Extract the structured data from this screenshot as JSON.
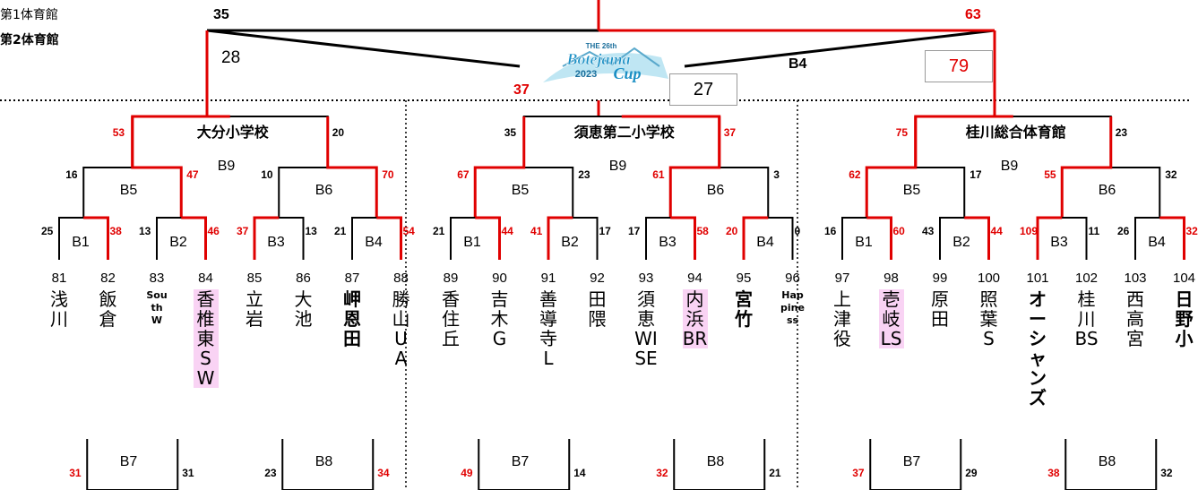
{
  "legend": {
    "line1": "第1体育館",
    "line2": "第2体育館"
  },
  "final": {
    "left_top_score": "35",
    "right_top_score": "63",
    "left_lower_score": "28",
    "center_red_score": "37",
    "center_box_score": "27",
    "right_box_score": "79",
    "right_label": "B4"
  },
  "logo": {
    "line1": "THE 26th",
    "line2": "Botejama",
    "line3": "2023",
    "line4": "Cup"
  },
  "venues": [
    "大分小学校",
    "須恵第二小学校",
    "桂川総合体育館"
  ],
  "group_labels": {
    "b9": "B9",
    "b5": "B5",
    "b6": "B6",
    "b1": "B1",
    "b2": "B2",
    "b3": "B3",
    "b4": "B4",
    "b7": "B7",
    "b8": "B8"
  },
  "scores": {
    "g1_top_left": "53",
    "g1_top_right": "20",
    "g1_b5_left": "16",
    "g1_b5_right": "47",
    "g1_b6_left": "10",
    "g1_b6_right": "70",
    "g1_b1_left": "25",
    "g1_b1_right": "38",
    "g1_b2_left": "13",
    "g1_b2_right": "46",
    "g1_b3_left": "37",
    "g1_b3_right": "13",
    "g1_b4_left": "21",
    "g1_b4_right": "54",
    "g1_b7_left": "31",
    "g1_b7_right": "31",
    "g1_b8_left": "23",
    "g1_b8_right": "34",
    "g2_top_left": "35",
    "g2_top_right": "37",
    "g2_b5_left": "67",
    "g2_b5_right": "23",
    "g2_b6_left": "61",
    "g2_b6_right": "3",
    "g2_b1_left": "21",
    "g2_b1_right": "44",
    "g2_b2_left": "41",
    "g2_b2_right": "17",
    "g2_b3_left": "17",
    "g2_b3_right": "58",
    "g2_b4_left": "20",
    "g2_b4_right": "0",
    "g2_b7_left": "49",
    "g2_b7_right": "14",
    "g2_b8_left": "32",
    "g2_b8_right": "21",
    "g3_top_left": "75",
    "g3_top_right": "23",
    "g3_b5_left": "62",
    "g3_b5_right": "17",
    "g3_b6_left": "55",
    "g3_b6_right": "32",
    "g3_b1_left": "16",
    "g3_b1_right": "60",
    "g3_b2_left": "43",
    "g3_b2_right": "44",
    "g3_b3_left": "109",
    "g3_b3_right": "11",
    "g3_b4_left": "26",
    "g3_b4_right": "32",
    "g3_b7_left": "37",
    "g3_b7_right": "29",
    "g3_b8_left": "38",
    "g3_b8_right": "32"
  },
  "teams": [
    {
      "num": "81",
      "name": "浅川"
    },
    {
      "num": "82",
      "name": "飯倉"
    },
    {
      "num": "83",
      "name": "South W"
    },
    {
      "num": "84",
      "name": "香椎東SW"
    },
    {
      "num": "85",
      "name": "立岩"
    },
    {
      "num": "86",
      "name": "大池"
    },
    {
      "num": "87",
      "name": "岬恩田"
    },
    {
      "num": "88",
      "name": "勝山UA"
    },
    {
      "num": "89",
      "name": "香住丘"
    },
    {
      "num": "90",
      "name": "吉木G"
    },
    {
      "num": "91",
      "name": "善導寺L"
    },
    {
      "num": "92",
      "name": "田隈"
    },
    {
      "num": "93",
      "name": "須恵WISE"
    },
    {
      "num": "94",
      "name": "内浜BR"
    },
    {
      "num": "95",
      "name": "宮竹"
    },
    {
      "num": "96",
      "name": "Happiness"
    },
    {
      "num": "97",
      "name": "上津役"
    },
    {
      "num": "98",
      "name": "壱岐LS"
    },
    {
      "num": "99",
      "name": "原田"
    },
    {
      "num": "100",
      "name": "照葉S"
    },
    {
      "num": "101",
      "name": "オーシャンズ"
    },
    {
      "num": "102",
      "name": "桂川BS"
    },
    {
      "num": "103",
      "name": "西高宮"
    },
    {
      "num": "104",
      "name": "日野小"
    }
  ],
  "colors": {
    "win": "#e00000",
    "line": "#000000",
    "pink": "#f9d3f4"
  }
}
